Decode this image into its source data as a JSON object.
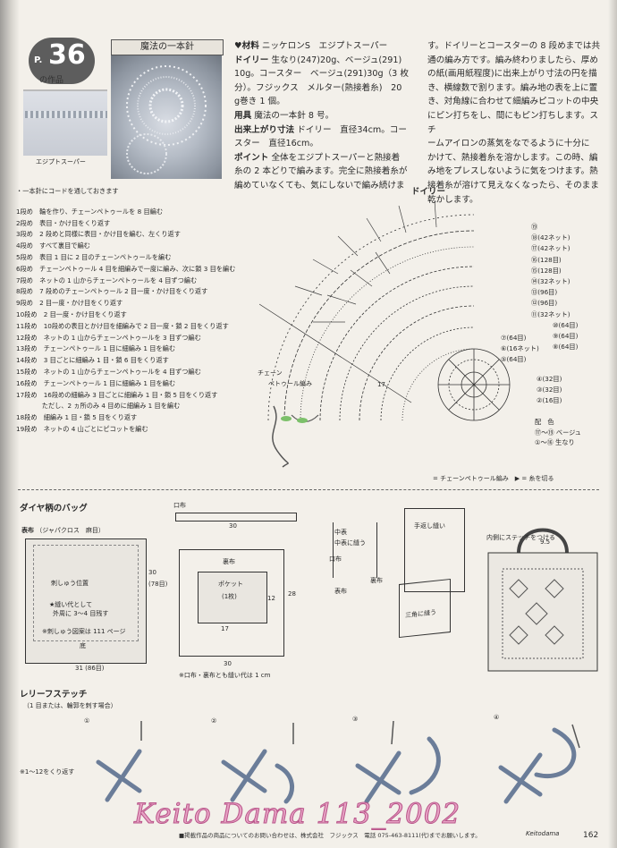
{
  "header": {
    "page_prefix": "P.",
    "page_number": "36",
    "item_suffix": "の作品",
    "title": "魔法の一本針",
    "photo_caption": "エジプトスーパー"
  },
  "materials": {
    "lines": [
      {
        "label": "♥材料",
        "text": "ニッケロンS　エジプトスーパー"
      },
      {
        "label": "ドイリー",
        "text": "生なり(247)20g、ベージュ(291)"
      },
      {
        "label": "",
        "text": "10g。コースター　ベージュ(291)30g（3 枚"
      },
      {
        "label": "",
        "text": "分）。フジックス　メルター(熱接着糸)　20"
      },
      {
        "label": "",
        "text": "g巻き 1 個。"
      },
      {
        "label": "用具",
        "text": "魔法の一本針 8 号。"
      },
      {
        "label": "出来上がり寸法",
        "text": "ドイリー　直径34cm。コー"
      },
      {
        "label": "",
        "text": "スター　直径16cm。"
      },
      {
        "label": "ポイント",
        "text": "全体をエジプトスーパーと熱接着"
      },
      {
        "label": "",
        "text": "糸の 2 本どりで編みます。完全に熱接着糸が"
      },
      {
        "label": "",
        "text": "編めていなくても、気にしないで編み続けま"
      }
    ]
  },
  "instructions_right": [
    "す。ドイリーとコースターの 8 段めまでは共",
    "通の編み方です。編み終わりましたら、厚め",
    "の紙(画用紙程度)に出来上がり寸法の円を描",
    "き、横線数で割ります。編み地の表を上に置",
    "き、対角線に合わせて細編みピコットの中央",
    "にピン打ちをし、間にもピン打ちします。スチ",
    "ームアイロンの蒸気をなでるように十分に",
    "かけて、熱接着糸を溶かします。この時、編",
    "み地をプレスしないように気をつけます。熱",
    "接着糸が溶けて見えなくなったら、そのまま",
    "乾かします。"
  ],
  "steps": {
    "intro": "・一本針にコードを通しておきます",
    "rows": [
      "1段め　輪を作り、チェーンペトゥールを 8 目編む",
      "2段め　表目・かけ目をくり返す",
      "3段め　2 段めと同様に表目・かけ目を編む、左くり返す",
      "4段め　すべて裏目で編む",
      "5段め　表目 1 目に 2 目のチェーンペトゥールを編む",
      "6段め　チェーンペトゥール 4 目を細編みで一度に編み、次に鎖 3 目を編む",
      "7段め　ネットの 1 山からチェーンペトゥールを 4 目ずつ編む",
      "8段め　7 段めのチェーンペトゥール 2 目一度・かけ目をくり返す",
      "9段め　2 目一度・かけ目をくり返す",
      "10段め　2 目一度・かけ目をくり返す",
      "11段め　10段めの表目とかけ目を細編みで 2 目一度・鎖 2 目をくり返す",
      "12段め　ネットの 1 山からチェーンペトゥールを 3 目ずつ編む",
      "13段め　チェーンペトゥール 1 目に細編み 1 目を編む",
      "14段め　3 目ごとに細編み 1 目・鎖 6 目をくり返す",
      "15段め　ネットの 1 山からチェーンペトゥールを 4 目ずつ編む",
      "16段め　チェーンペトゥール 1 目に細編み 1 目を編む",
      "17段め　16段めの細編み 3 目ごとに細編み 1 目・鎖 5 目をくり返す",
      "　　　　ただし、2 ヵ所のみ 4 目めに細編み 1 目を編む",
      "18段め　細編み 1 目・鎖 5 目をくり返す",
      "19段め　ネットの 4 山ごとにピコットを編む"
    ]
  },
  "doily": {
    "title": "ドイリー",
    "label_chain": "チェーン",
    "label_chain2": "ペトゥール編み",
    "radius_label": "17",
    "row_labels": [
      {
        "text": "⑲"
      },
      {
        "text": "⑱(42ネット)"
      },
      {
        "text": "⑰(42ネット)"
      },
      {
        "text": "⑯(128目)"
      },
      {
        "text": "⑮(128目)"
      },
      {
        "text": "⑭(32ネット)"
      },
      {
        "text": "⑬(96目)"
      },
      {
        "text": "⑫(96目)"
      },
      {
        "text": "⑪(32ネット)"
      },
      {
        "text": "⑩(64目)"
      },
      {
        "text": "⑨(64目)"
      },
      {
        "text": "⑧(64目)"
      },
      {
        "text": "⑦(64目)"
      },
      {
        "text": "⑥(16ネット)"
      },
      {
        "text": "⑤(64目)"
      },
      {
        "text": "④(32目)"
      },
      {
        "text": "③(32目)"
      },
      {
        "text": "②(16目)"
      }
    ],
    "color_title": "配　色",
    "colors": [
      {
        "rows": "⑰〜⑲",
        "name": "ベージュ"
      },
      {
        "rows": "①〜⑯",
        "name": "生なり"
      }
    ],
    "legend": "= チェーンペトゥール編み　▶ = 糸を切る"
  },
  "bag": {
    "title": "ダイヤ柄のバッグ",
    "front_label": "表布",
    "front_note": "（ジャパクロス　麻目）",
    "embroidery": "刺しゅう位置",
    "sew_note1": "★縫い代として",
    "sew_note2": "外周に 3〜4 目残す",
    "ref_note": "※刺しゅう図案は 111 ページ",
    "sky": "底",
    "width_label": "31",
    "width_sub": "(86目)",
    "height_label": "30",
    "height_sub": "(78目)",
    "mouth_label": "口布",
    "mouth_width": "30",
    "lining_label": "裏布",
    "pocket": "ポケット",
    "pocket_qty": "(1枚)",
    "lining_h": "28",
    "lining_w": "30",
    "pocket_w": "17",
    "pocket_h": "12",
    "seam_note": "※口布・裏布とも縫い代は 1 cm",
    "assembly1": "中表",
    "assembly2": "中表に縫う",
    "mouth_small": "口布",
    "assembly3": "表布",
    "assembly4": "裏布",
    "side_sew": "手返し縫い",
    "bottom_sew": "三角に縫う",
    "stitch_note": "内側にステッチをつける",
    "handle_w": "9.5"
  },
  "relief": {
    "title": "レリーフステッチ",
    "subtitle": "（1 目または、輪郭を刺す場合）",
    "steps": [
      "①",
      "②",
      "③",
      "④"
    ],
    "note": "※1〜12をくり返す"
  },
  "watermark": "Keito Dama 113_2002",
  "footer": "■掲載作品の商品についてのお問い合わせは、株式会社　フジックス　電話 075-463-8111(代)までお願いします。",
  "signature": "Keitodama",
  "page_no": "162"
}
